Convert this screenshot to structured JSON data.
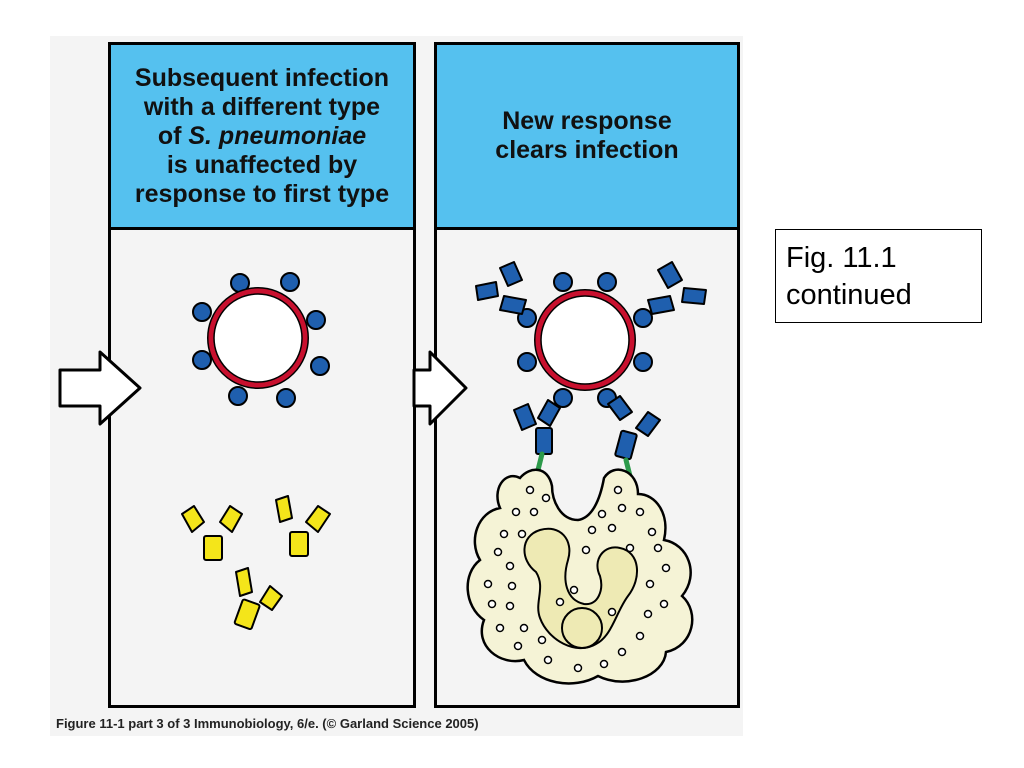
{
  "panels": [
    {
      "header_lines": [
        "Subsequent infection",
        "with a different type",
        "of S. pneumoniae",
        "is unaffected by",
        "response to first type"
      ],
      "italic_term": "S. pneumoniae"
    },
    {
      "header_lines": [
        "New response",
        "clears infection"
      ]
    }
  ],
  "caption": "Figure 11-1 part 3 of 3  Immunobiology, 6/e. (© Garland Science 2005)",
  "note": {
    "line1": "Fig. 11.1",
    "line2": "continued"
  },
  "colors": {
    "header_bg": "#55c1ef",
    "bacterium_ring": "#c8102e",
    "antigen_blue": "#1f5fae",
    "antibody_yellow": "#f4e51a",
    "cell_fill": "#f5f3d6",
    "receptor_green": "#2c9a4a"
  },
  "icons": [
    "arrow-icon",
    "bacterium-icon",
    "antibody-icon",
    "macrophage-icon"
  ]
}
